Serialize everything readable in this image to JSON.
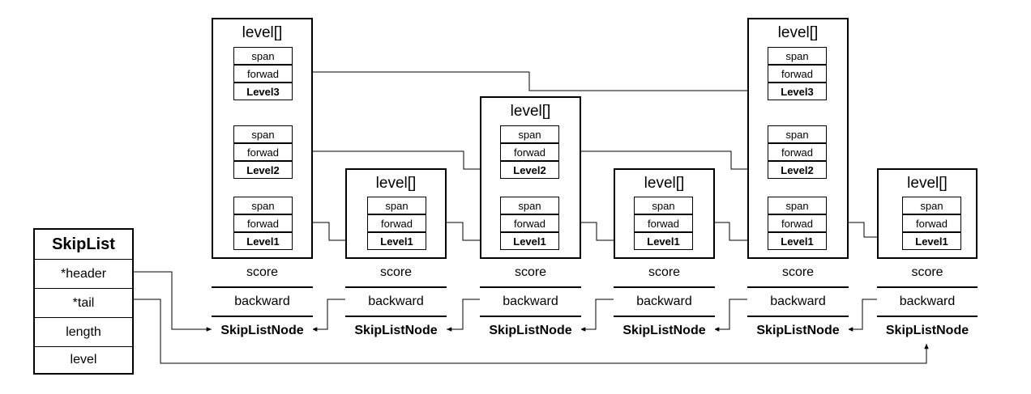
{
  "skiplist": {
    "title": "SkipList",
    "fields": [
      "*header",
      "*tail",
      "length",
      "level"
    ]
  },
  "node_labels": {
    "level_array": "level[]",
    "span": "span",
    "forward": "forwad",
    "score": "score",
    "backward": "backward",
    "type": "SkipListNode"
  },
  "nodes": [
    {
      "levels": [
        "Level3",
        "Level2",
        "Level1"
      ]
    },
    {
      "levels": [
        "Level1"
      ]
    },
    {
      "levels": [
        "Level2",
        "Level1"
      ]
    },
    {
      "levels": [
        "Level1"
      ]
    },
    {
      "levels": [
        "Level3",
        "Level2",
        "Level1"
      ]
    },
    {
      "levels": [
        "Level1"
      ]
    }
  ]
}
